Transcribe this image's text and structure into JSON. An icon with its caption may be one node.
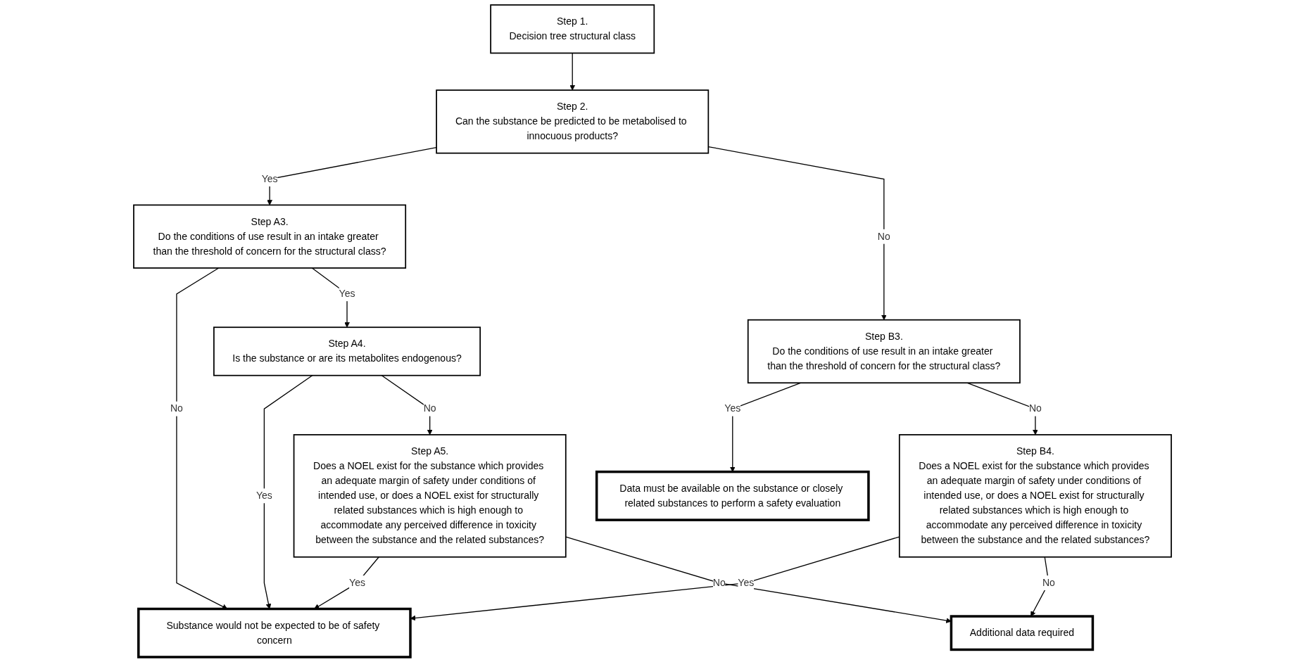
{
  "diagram": {
    "nodes": [
      {
        "text": [
          "Step 1.",
          "Decision tree structural class"
        ]
      },
      {
        "text": [
          "Step 2.",
          "Can the substance be predicted to be metabolised to innocuous products?"
        ]
      },
      {
        "text": [
          "Step A3.",
          "Do the conditions of use result in an intake greater than the threshold of concern for the structural class?"
        ]
      },
      {
        "text": [
          "Data must be available on the substance or closely related substances to perform a safety evaluation"
        ]
      },
      {
        "text": [
          "Step B3.",
          "Do the conditions of use result in an intake greater than the threshold of concern for the structural class?"
        ]
      },
      {
        "text": [
          "Step A4.",
          "Is the substance or are its metabolites endogenous?"
        ]
      },
      {
        "text": [
          "Substance would not be expected to be of safety concern"
        ]
      },
      {
        "text": [
          "Step B4.",
          "Does a NOEL exist for the substance which provides an adequate margin of safety under conditions of intended use, or does a NOEL exist for structurally related substances which is high enough to accommodate any perceived difference in toxicity between the substance and the related substances?"
        ]
      },
      {
        "text": [
          "Step A5.",
          "Does a NOEL exist for the substance which provides an adequate margin of safety under conditions of intended use, or does a NOEL exist for structurally related substances which is high enough to accommodate any perceived difference in toxicity between the substance and the related substances?"
        ]
      },
      {
        "text": [
          "Additional data required"
        ]
      }
    ],
    "edges": [
      {
        "from": 0,
        "to": 1,
        "arrow": "to"
      },
      {
        "from": 1,
        "to": 2,
        "arrow": "to",
        "label": "Yes"
      },
      {
        "from": 1,
        "to": 4,
        "arrow": "to",
        "label": "No"
      },
      {
        "from": 4,
        "to": 3,
        "arrow": "to",
        "label": "Yes"
      },
      {
        "from": 2,
        "to": 6,
        "arrow": "to",
        "label": "No"
      },
      {
        "from": 2,
        "to": 5,
        "arrow": "to",
        "label": "Yes"
      },
      {
        "from": 4,
        "to": 7,
        "arrow": "to",
        "label": "No"
      },
      {
        "from": 5,
        "to": 6,
        "arrow": "to",
        "label": "Yes"
      },
      {
        "from": 5,
        "to": 8,
        "arrow": "to",
        "label": "No"
      },
      {
        "from": 7,
        "to": 6,
        "arrow": "to",
        "label": "Yes"
      },
      {
        "from": 7,
        "to": 9,
        "arrow": "to",
        "label": "No"
      },
      {
        "from": 8,
        "to": 6,
        "arrow": "to",
        "label": "Yes"
      },
      {
        "from": 8,
        "to": 9,
        "arrow": "to",
        "label": "No"
      }
    ]
  }
}
